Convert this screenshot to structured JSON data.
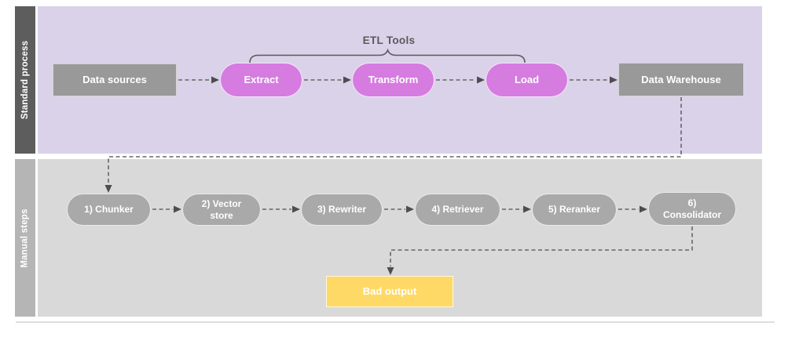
{
  "diagram": {
    "lanes": {
      "standard": {
        "label": "Standard process"
      },
      "manual": {
        "label": "Manual steps"
      }
    },
    "annotation": {
      "etl_tools": "ETL Tools"
    },
    "nodes": {
      "data_sources": {
        "label": "Data sources"
      },
      "extract": {
        "label": "Extract"
      },
      "transform": {
        "label": "Transform"
      },
      "load": {
        "label": "Load"
      },
      "data_warehouse": {
        "label": "Data Warehouse"
      },
      "chunker": {
        "label": "1) Chunker"
      },
      "vector_store": {
        "label": "2) Vector store"
      },
      "rewriter": {
        "label": "3) Rewriter"
      },
      "retriever": {
        "label": "4) Retriever"
      },
      "reranker": {
        "label": "5) Reranker"
      },
      "consolidator": {
        "label": "6) Consolidator"
      },
      "bad_output": {
        "label": "Bad output"
      }
    },
    "colors": {
      "standard_lane_bg": "#d9d2e9",
      "standard_lane_bar": "#5d5d5d",
      "manual_lane_bg": "#d9d9d9",
      "manual_lane_bar": "#b5b5b5",
      "etl_pill": "#d67be0",
      "gray_box": "#999999",
      "gray_pill": "#a9a9a9",
      "bad_output_box": "#ffd966",
      "connector": "#666666",
      "annotation_text": "#595959"
    }
  }
}
